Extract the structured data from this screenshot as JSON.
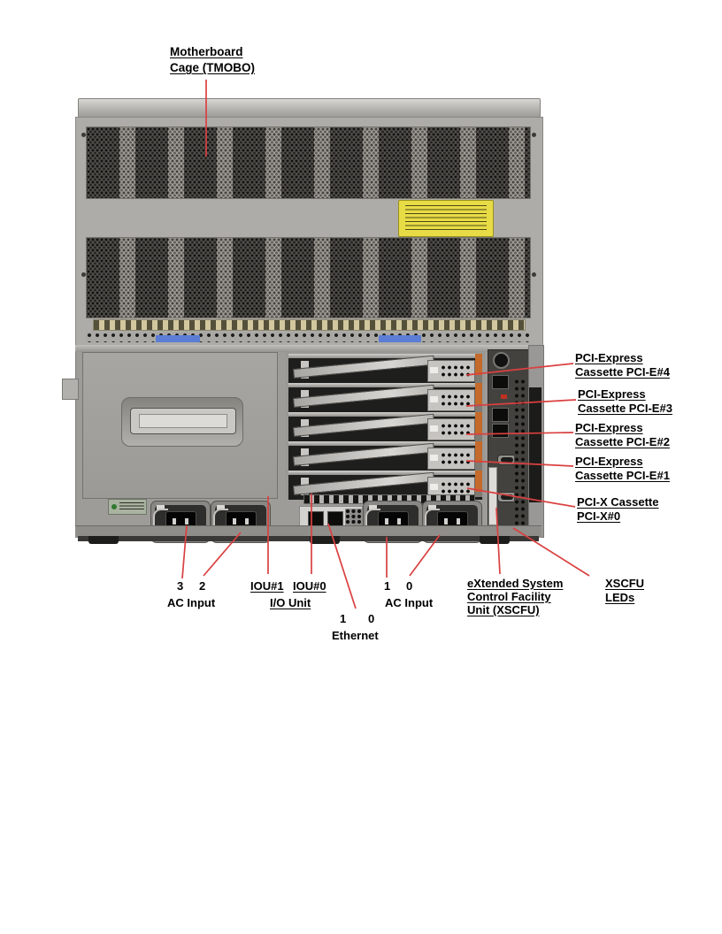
{
  "colors": {
    "callout_line": "#da4040",
    "label_text": "#000000",
    "regulatory_label_yellow": "#e8dc46",
    "chassis_sticker_blue": "#5b7dd6",
    "cassette_latch_orange": "#c46a2a"
  },
  "figure": {
    "callouts": {
      "motherboard_cage": "Motherboard\nCage (TMOBO)",
      "pci_e4": "PCI-Express\nCassette PCI-E#4",
      "pci_e3": "PCI-Express\nCassette PCI-E#3",
      "pci_e2": "PCI-Express\nCassette PCI-E#2",
      "pci_e1": "PCI-Express\nCassette PCI-E#1",
      "pci_x0": "PCI-X Cassette\nPCI-X#0",
      "xscfu": "eXtended System\nControl Facility\nUnit (XSCFU)",
      "xscfu_leds": "XSCFU\nLEDs",
      "ac_left": {
        "num_a": "3",
        "num_b": "2",
        "caption": "AC Input"
      },
      "io_unit": {
        "num_a": "IOU#1",
        "num_b": "IOU#0",
        "caption": "I/O Unit"
      },
      "ethernet": {
        "num_a": "1",
        "num_b": "0",
        "caption": "Ethernet"
      },
      "ac_right": {
        "num_a": "1",
        "num_b": "0",
        "caption": "AC Input"
      }
    }
  }
}
